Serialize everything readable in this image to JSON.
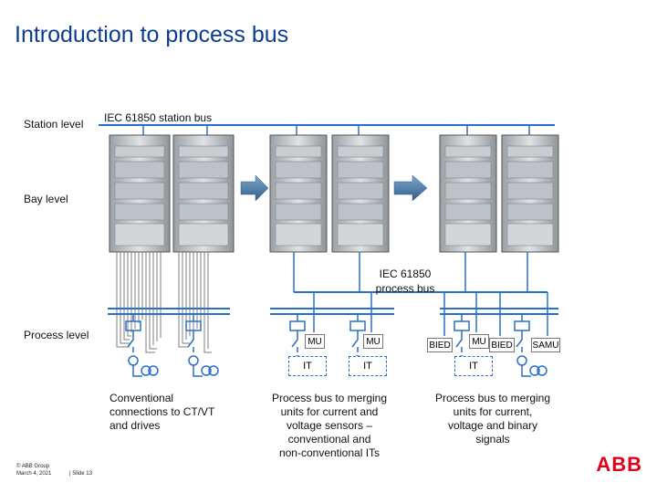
{
  "title": "Introduction to process bus",
  "levels": {
    "station": "Station level",
    "bay": "Bay level",
    "process": "Process level"
  },
  "station_bus_label": "IEC 61850 station bus",
  "process_bus_label": [
    "IEC 61850",
    "process bus"
  ],
  "devices": {
    "mu_1": "MU",
    "mu_2": "MU",
    "bied_1": "BIED",
    "mu_3": "MU",
    "bied_2": "BIED",
    "samu": "SAMU",
    "it_1": "IT",
    "it_2": "IT",
    "it_3": "IT"
  },
  "captions": {
    "conventional": [
      "Conventional",
      "connections to CT/VT",
      "and drives"
    ],
    "process_bus_1": [
      "Process bus to merging",
      "units for current and",
      "voltage sensors –",
      "conventional and",
      "non-conventional ITs"
    ],
    "process_bus_2": [
      "Process bus to merging",
      "units for current,",
      "voltage and binary",
      "signals"
    ]
  },
  "footer": {
    "copyright": "© ABB Group",
    "date": "March 4, 2021",
    "slide": "| Slide 13"
  },
  "logo": "ABB",
  "colors": {
    "title": "#0b3e8e",
    "bus": "#2a6fc9",
    "logo": "#e2001a"
  }
}
